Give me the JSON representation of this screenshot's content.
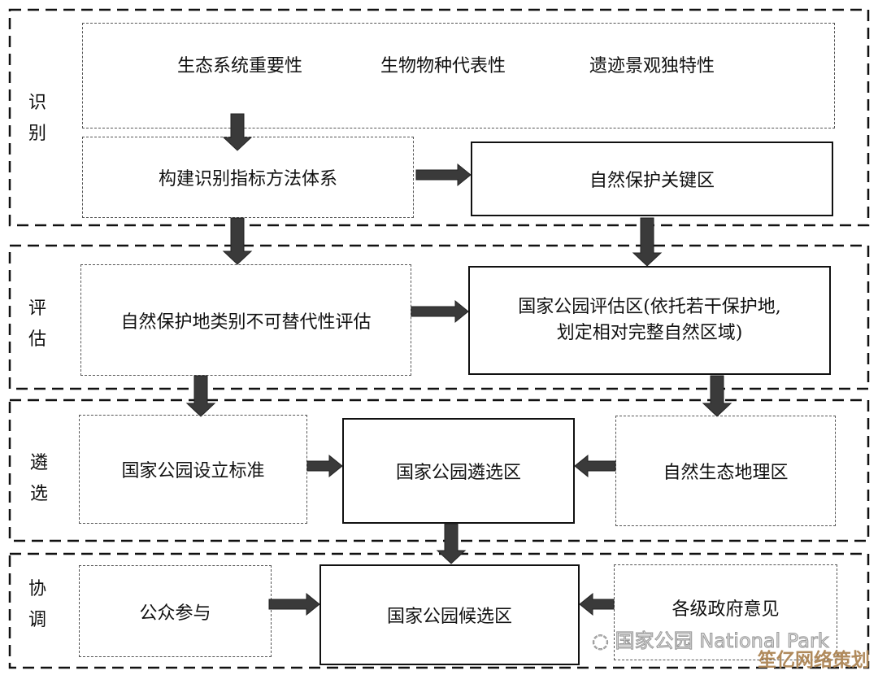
{
  "sections": [
    {
      "label": [
        "识",
        "别"
      ]
    },
    {
      "label": [
        "评",
        "估"
      ]
    },
    {
      "label": [
        "遴",
        "选"
      ]
    },
    {
      "label": [
        "协",
        "调"
      ]
    }
  ],
  "identify": {
    "criteria": [
      "生态系统重要性",
      "生物物种代表性",
      "遗迹景观独特性"
    ],
    "method": "构建识别指标方法体系",
    "key_area": "自然保护关键区"
  },
  "evaluate": {
    "assessment": "自然保护地类别不可替代性评估",
    "area_line1": "国家公园评估区(依托若干保护地,",
    "area_line2": "划定相对完整自然区域)"
  },
  "select": {
    "standard": "国家公园设立标准",
    "area": "国家公园遴选区",
    "geo": "自然生态地理区"
  },
  "coordinate": {
    "public": "公众参与",
    "candidate": "国家公园候选区",
    "government": "各级政府意见"
  },
  "watermark": {
    "text": "国家公园 National Park",
    "corner": "笙亿网络策划"
  }
}
